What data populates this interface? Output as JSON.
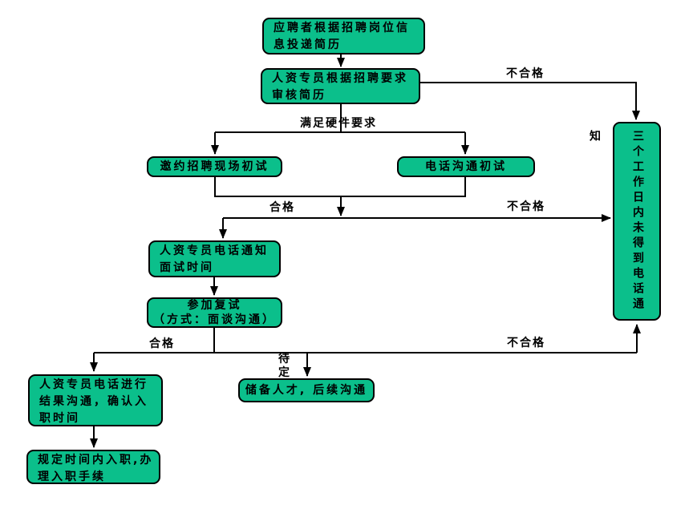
{
  "colors": {
    "background": "#ffffff",
    "node_fill": "#0bbf8b",
    "node_border": "#000000",
    "line": "#000000",
    "text": "#000000"
  },
  "nodes": {
    "apply": "应聘者根据招聘岗位信\n息投递简历",
    "review": "人资专员根据招聘要求\n审核简历",
    "no_phone_notice": "三个工作日内未得到电话通知",
    "onsite_interview": "邀约招聘现场初试",
    "phone_interview": "电话沟通初试",
    "notify_interview_time": "人资专员电话通知\n面试时间",
    "second_interview": "参加复试\n（方式：面谈沟通）",
    "result_communication": "人资专员电话进行\n结果沟通，确认入\n职时间",
    "talent_reserve": "储备人才, 后续沟通",
    "onboarding": "规定时间内入职,办\n理入职手续"
  },
  "labels": {
    "unqualified_top": "不合格",
    "meets_hardware_requirements": "满足硬件要求",
    "qualified_mid": "合格",
    "unqualified_mid": "不合格",
    "qualified_bottom": "合格",
    "pending": "待\n定",
    "unqualified_bottom": "不合格"
  }
}
